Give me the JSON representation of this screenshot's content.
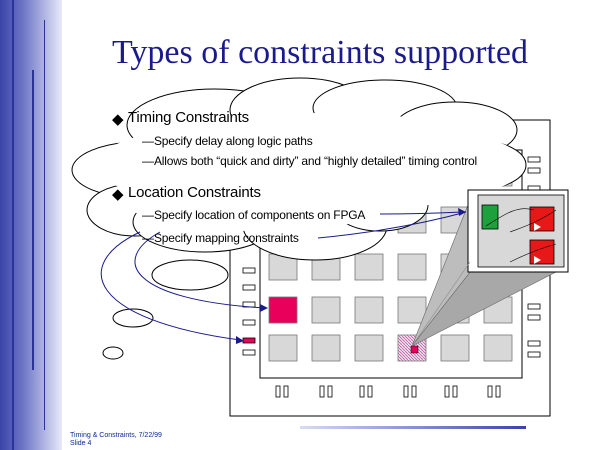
{
  "slide": {
    "title": "Types of constraints supported",
    "bullets": [
      {
        "label": "Timing Constraints",
        "subitems": [
          "Specify delay along logic paths",
          "Allows both “quick and dirty” and “highly detailed” timing control"
        ]
      },
      {
        "label": "Location Constraints",
        "subitems": [
          "Specify location of components on FPGA",
          "Specify mapping constraints"
        ]
      }
    ],
    "footer": {
      "line1": "Timing & Constraints, 7/22/99",
      "line2": "Slide 4"
    }
  },
  "colors": {
    "title": "#1a1a8c",
    "sidebar": "#3a44a8",
    "cell_fill": "#d8d8d8",
    "highlight_cell": "#e8005a",
    "red_block": "#e81818",
    "green_block": "#1ea03c",
    "zoom_cone": "#a8a8a8"
  }
}
